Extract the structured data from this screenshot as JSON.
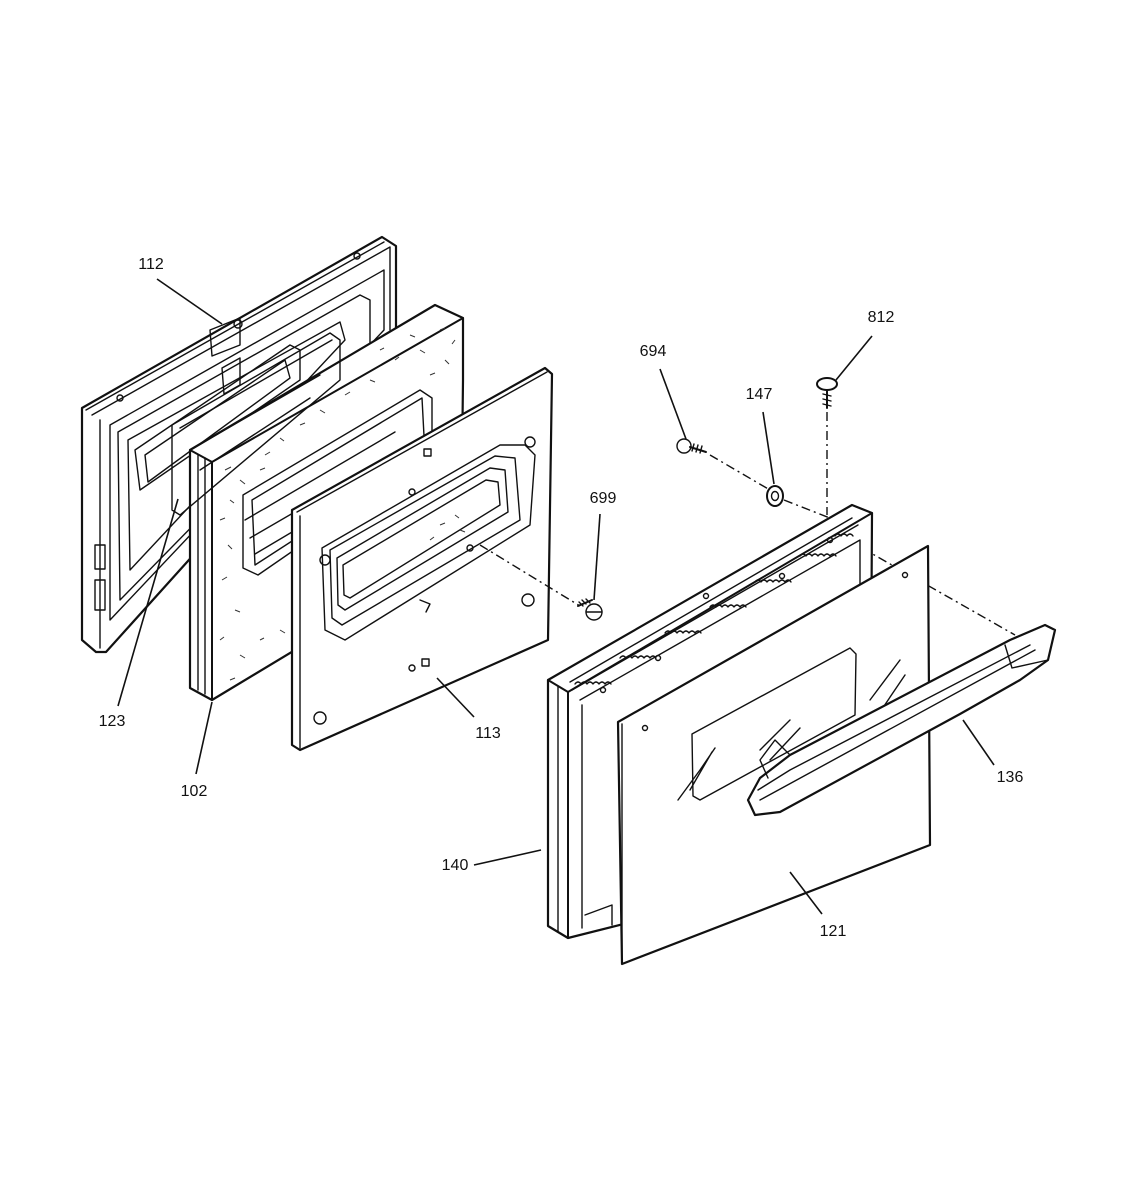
{
  "parts": [
    {
      "id": "p112",
      "number": "112"
    },
    {
      "id": "p123",
      "number": "123"
    },
    {
      "id": "p102",
      "number": "102"
    },
    {
      "id": "p113",
      "number": "113"
    },
    {
      "id": "p699",
      "number": "699"
    },
    {
      "id": "p694",
      "number": "694"
    },
    {
      "id": "p147",
      "number": "147"
    },
    {
      "id": "p812",
      "number": "812"
    },
    {
      "id": "p140",
      "number": "140"
    },
    {
      "id": "p121",
      "number": "121"
    },
    {
      "id": "p136",
      "number": "136"
    }
  ]
}
